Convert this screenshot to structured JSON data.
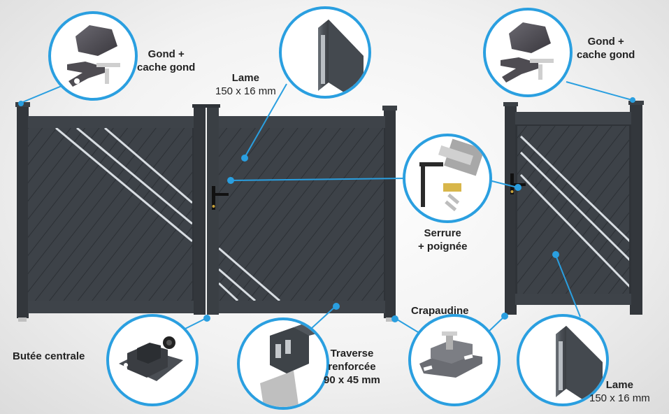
{
  "labels": {
    "gond_left_1": "Gond +",
    "gond_left_2": "cache gond",
    "gond_right_1": "Gond +",
    "gond_right_2": "cache gond",
    "lame_top_1": "Lame",
    "lame_top_2": "150 x 16 mm",
    "serrure_1": "Serrure",
    "serrure_2": "+ poignée",
    "butee": "Butée centrale",
    "traverse_1": "Traverse",
    "traverse_2": "renforcée",
    "traverse_3": "90 x 45 mm",
    "crapaudine": "Crapaudine",
    "lame_bottom_1": "Lame",
    "lame_bottom_2": "150 x 16 mm"
  },
  "colors": {
    "accent_blue": "#2a9fe0",
    "panel_dark": "#3b4046",
    "frame_dark": "#2f3338",
    "metal_light": "#c8c8c8"
  },
  "icons": {
    "gond": "hinge-and-cap-icon",
    "lame": "slat-profile-icon",
    "serrure": "lock-and-handle-icon",
    "butee": "central-stop-icon",
    "traverse": "reinforced-rail-icon",
    "crapaudine": "pivot-socket-icon"
  }
}
